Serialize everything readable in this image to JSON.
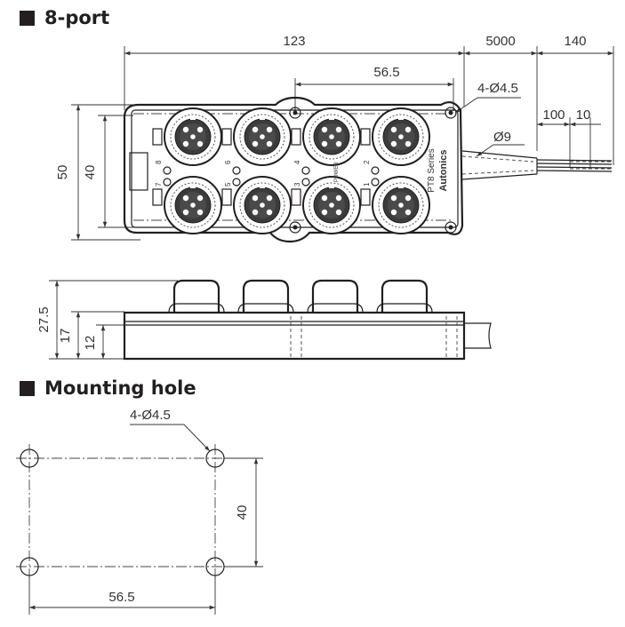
{
  "sections": {
    "port_title": "8-port",
    "mounting_title": "Mounting hole"
  },
  "top_view": {
    "dim_length": "123",
    "dim_cable": "5000",
    "dim_wire": "140",
    "dim_pitch": "56.5",
    "dim_holes": "4-Ø4.5",
    "dim_strip1": "100",
    "dim_strip2": "10",
    "dim_cable_dia": "Ø9",
    "dim_height_outer": "50",
    "dim_height_inner": "40",
    "port_labels": [
      "8",
      "6",
      "4",
      "2",
      "7",
      "5",
      "3",
      "1"
    ],
    "power_label": "POWER",
    "series_label": "PT8 Series",
    "brand": "Autonics"
  },
  "side_view": {
    "dim_total": "27.5",
    "dim_body": "17",
    "dim_base": "12"
  },
  "mounting": {
    "dim_holes": "4-Ø4.5",
    "dim_height": "40",
    "dim_width": "56.5"
  }
}
